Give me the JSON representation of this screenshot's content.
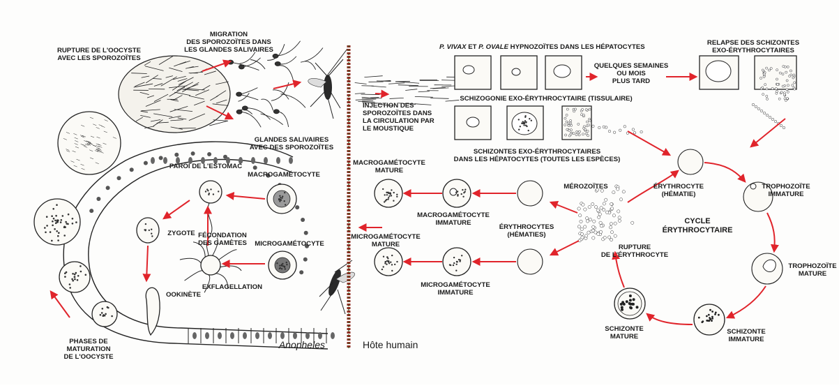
{
  "colors": {
    "arrow": "#e0242b",
    "ink": "#1a1a1a",
    "background": "#fdfdfc",
    "divider": "#8b2c1f"
  },
  "labels": {
    "rupture_oocyst": [
      "RUPTURE DE L'OOCYSTE",
      "AVEC LES SPOROZOÏTES"
    ],
    "migration": [
      "MIGRATION",
      "DES SPOROZOÏTES DANS",
      "LES GLANDES SALIVAIRES"
    ],
    "glandes": [
      "GLANDES SALIVAIRES",
      "AVEC DES SPOROZOÏTES"
    ],
    "paroi": "PAROI DE L'ESTOMAC",
    "macrogametocyte": "MACROGAMÉTOCYTE",
    "microgametocyte": "MICROGAMÉTOCYTE",
    "fecondation": [
      "FÉCONDATION",
      "DES GAMÈTES"
    ],
    "zygote": "ZYGOTE",
    "ookinete": "OOKINÈTE",
    "exflagellation": "EXFLAGELLATION",
    "phases": [
      "PHASES DE",
      "MATURATION",
      "DE L'OOCYSTE"
    ],
    "anopheles": "Anopheles",
    "hote": "Hôte humain",
    "hypnozoites_p1": "P. VIVAX",
    "hypnozoites_p2": " ET ",
    "hypnozoites_p3": "P. OVALE",
    "hypnozoites_p4": " HYPNOZOÏTES DANS LES HÉPATOCYTES",
    "quelques": [
      "QUELQUES SEMAINES",
      "OU MOIS",
      "PLUS TARD"
    ],
    "relapse": [
      "RELAPSE DES SCHIZONTES",
      "EXO-ÉRYTHROCYTAIRES"
    ],
    "schizogonie": "SCHIZOGONIE EXO-ÉRYTHROCYTAIRE (TISSULAIRE)",
    "injection": [
      "INJECTION DES",
      "SPOROZOÏTES DANS",
      "LA CIRCULATION PAR",
      "LE MOUSTIQUE"
    ],
    "schizontes_exo": [
      "SCHIZONTES EXO-ÉRYTHROCYTAIRES",
      "DANS LES HÉPATOCYTES (TOUTES LES ESPÈCES)"
    ],
    "macro_mature": [
      "MACROGAMÉTOCYTE",
      "MATURE"
    ],
    "macro_immature": [
      "MACROGAMÉTOCYTE",
      "IMMATURE"
    ],
    "micro_mature": [
      "MICROGAMÉTOCYTE",
      "MATURE"
    ],
    "micro_immature": [
      "MICROGAMÉTOCYTE",
      "IMMATURE"
    ],
    "erythrocytes": [
      "ÉRYTHROCYTES",
      "(HÉMATIES)"
    ],
    "merozoites": "MÉROZOÏTES",
    "erythrocyte": [
      "ÉRYTHROCYTE",
      "(HÉMATIE)"
    ],
    "troph_immature": [
      "TROPHOZOÏTE",
      "IMMATURE"
    ],
    "cycle": [
      "CYCLE",
      "ÉRYTHROCYTAIRE"
    ],
    "rupture_ery": [
      "RUPTURE",
      "DE L'ÉRYTHROCYTE"
    ],
    "troph_mature": [
      "TROPHOZOÏTE",
      "MATURE"
    ],
    "schizonte_mature": [
      "SCHIZONTE",
      "MATURE"
    ],
    "schizonte_immature": [
      "SCHIZONTE",
      "IMMATURE"
    ]
  }
}
